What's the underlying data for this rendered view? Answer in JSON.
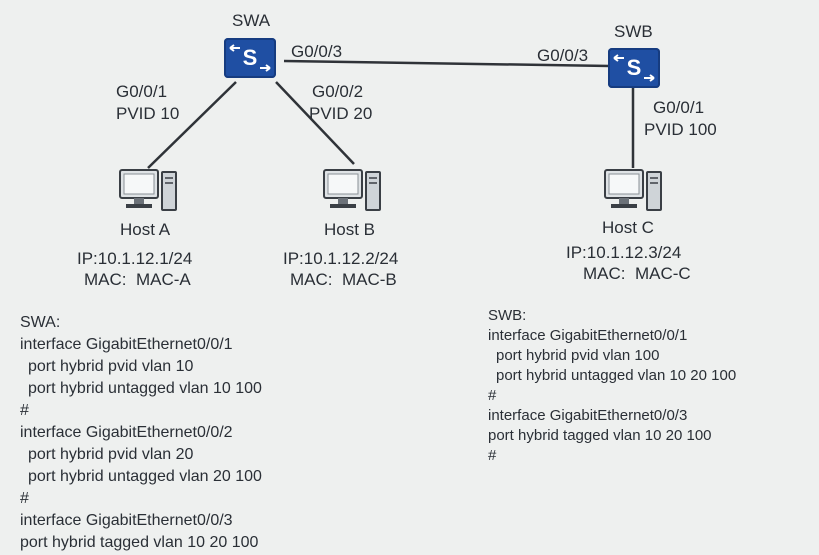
{
  "diagram": {
    "switches": {
      "swa": {
        "name": "SWA",
        "icon": "switch-icon",
        "glyph": "S"
      },
      "swb": {
        "name": "SWB",
        "icon": "switch-icon",
        "glyph": "S"
      }
    },
    "ports": {
      "swa_g001": {
        "port": "G0/0/1",
        "pvid": "PVID 10"
      },
      "swa_g002": {
        "port": "G0/0/2",
        "pvid": "PVID 20"
      },
      "swa_g003": {
        "port": "G0/0/3"
      },
      "swb_g003": {
        "port": "G0/0/3"
      },
      "swb_g001": {
        "port": "G0/0/1",
        "pvid": "PVID 100"
      }
    },
    "hosts": {
      "a": {
        "name": "Host A",
        "ip": "IP:10.1.12.1/24",
        "mac": "MAC:  MAC-A",
        "icon": "computer-icon"
      },
      "b": {
        "name": "Host B",
        "ip": "IP:10.1.12.2/24",
        "mac": "MAC:  MAC-B",
        "icon": "computer-icon"
      },
      "c": {
        "name": "Host C",
        "ip": "IP:10.1.12.3/24",
        "mac": "MAC:  MAC-C",
        "icon": "computer-icon"
      }
    }
  },
  "config": {
    "swa": [
      "SWA:",
      "interface GigabitEthernet0/0/1",
      " port hybrid pvid vlan 10",
      " port hybrid untagged vlan 10 100",
      "#",
      "interface GigabitEthernet0/0/2",
      " port hybrid pvid vlan 20",
      " port hybrid untagged vlan 20 100",
      "#",
      "interface GigabitEthernet0/0/3",
      "port hybrid tagged vlan 10 20 100"
    ],
    "swb": [
      "SWB:",
      "interface GigabitEthernet0/0/1",
      " port hybrid pvid vlan 100",
      " port hybrid untagged vlan 10 20 100",
      "#",
      "interface GigabitEthernet0/0/3",
      "port hybrid tagged vlan 10 20 100",
      "#"
    ]
  },
  "colors": {
    "switch": "#1f4fa3",
    "link": "#2f3338",
    "text": "#2a2f36"
  }
}
